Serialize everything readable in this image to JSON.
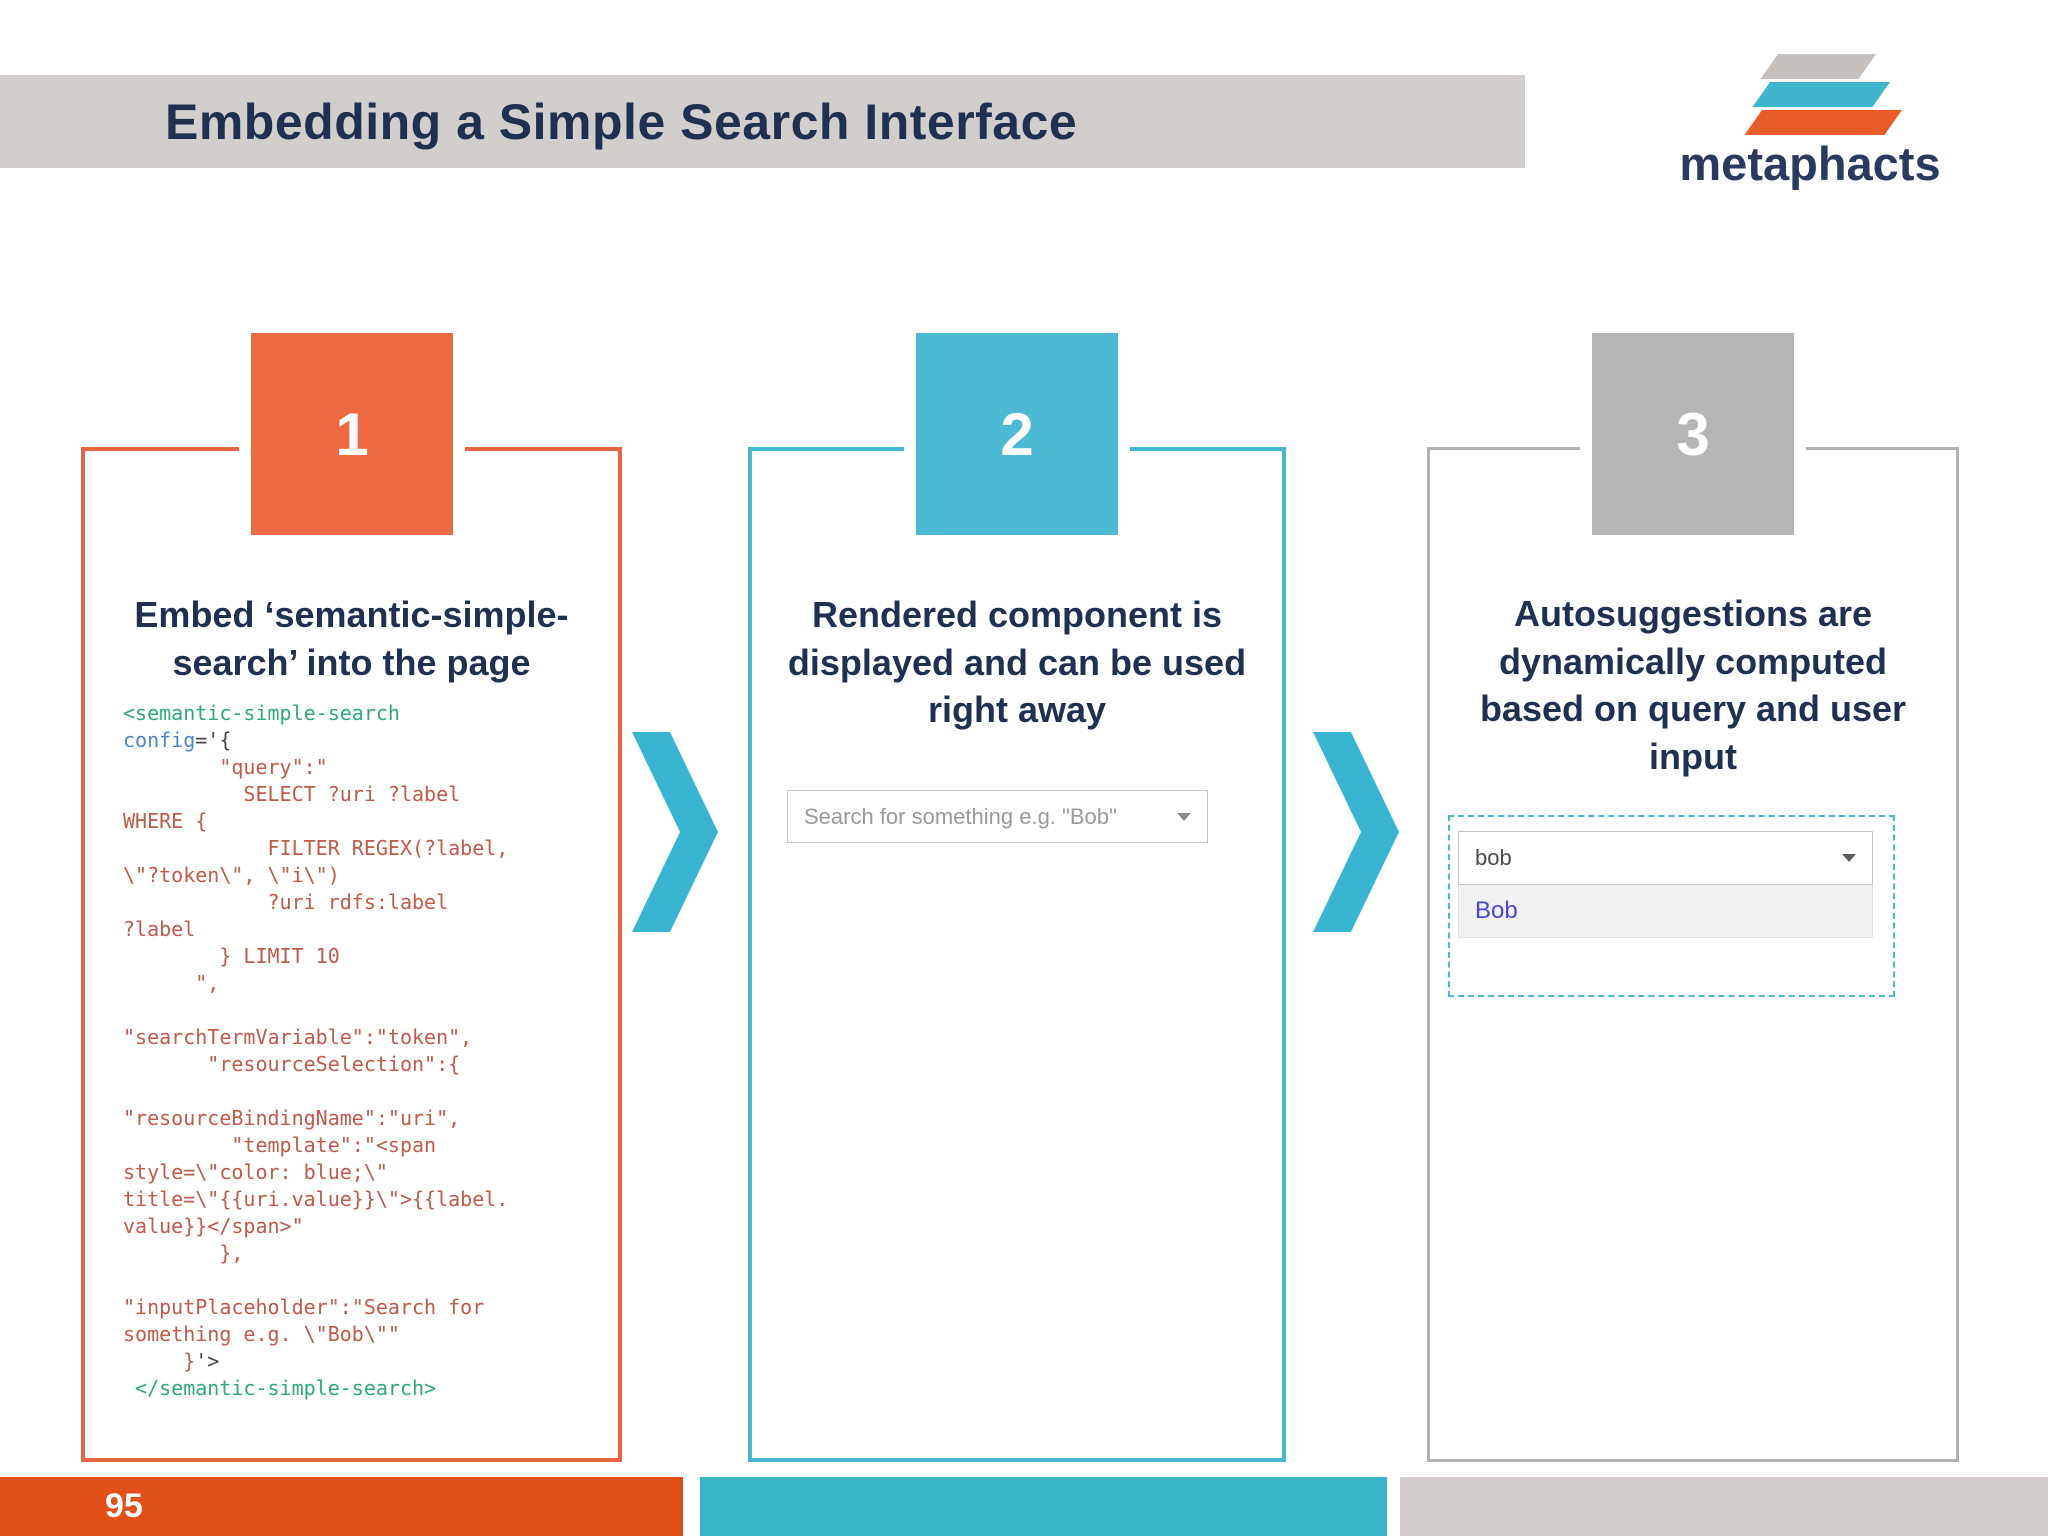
{
  "slide": {
    "title": "Embedding a Simple Search Interface",
    "page_number": "95",
    "logo_text": "metaphacts",
    "colors": {
      "navy": "#1f3050",
      "title_band": "#d2cecb",
      "step1_orange": "#ec6a41",
      "step2_teal": "#4cbad5",
      "step3_gray": "#b5b4b6",
      "footer_orange": "#e25019",
      "footer_teal": "#39b4c6",
      "footer_gray": "#d2cccb",
      "code_red": "#c05a49",
      "code_green": "#2ca97d",
      "code_blue": "#4a87c7",
      "suggestion_blue": "#4747e0"
    }
  },
  "steps": [
    {
      "number": "1",
      "heading": "Embed ‘semantic-simple-search’ into the page",
      "code_lines": [
        [
          {
            "t": "<semantic-simple-search",
            "c": "green"
          }
        ],
        [
          {
            "t": "config",
            "c": "blue"
          },
          {
            "t": "='{",
            "c": "dark"
          }
        ],
        [
          {
            "t": "        \"query\":\"",
            "c": "red"
          }
        ],
        [
          {
            "t": "          SELECT ?uri ?label",
            "c": "red"
          }
        ],
        [
          {
            "t": "WHERE {",
            "c": "red"
          }
        ],
        [
          {
            "t": "            FILTER REGEX(?label,",
            "c": "red"
          }
        ],
        [
          {
            "t": "\\\"?token\\\", \\\"i\\\")",
            "c": "red"
          }
        ],
        [
          {
            "t": "            ?uri rdfs:label",
            "c": "red"
          }
        ],
        [
          {
            "t": "?label",
            "c": "red"
          }
        ],
        [
          {
            "t": "        } LIMIT 10",
            "c": "red"
          }
        ],
        [
          {
            "t": "      \",",
            "c": "red"
          }
        ],
        [],
        [
          {
            "t": "\"searchTermVariable\":\"token\",",
            "c": "red"
          }
        ],
        [
          {
            "t": "       \"resourceSelection\":{",
            "c": "red"
          }
        ],
        [],
        [
          {
            "t": "\"resourceBindingName\":\"uri\",",
            "c": "red"
          }
        ],
        [
          {
            "t": "         \"template\":\"<span",
            "c": "red"
          }
        ],
        [
          {
            "t": "style=\\\"color: blue;\\\"",
            "c": "red"
          }
        ],
        [
          {
            "t": "title=\\\"{{uri.value}}\\\">{{label.",
            "c": "red"
          }
        ],
        [
          {
            "t": "value}}</span>\"",
            "c": "red"
          }
        ],
        [
          {
            "t": "        },",
            "c": "red"
          }
        ],
        [],
        [
          {
            "t": "\"inputPlaceholder\":\"Search for",
            "c": "red"
          }
        ],
        [
          {
            "t": "something e.g. \\\"Bob\\\"\"",
            "c": "red"
          }
        ],
        [
          {
            "t": "     }",
            "c": "red"
          },
          {
            "t": "'>",
            "c": "dark"
          }
        ],
        [
          {
            "t": " </semantic-simple-search>",
            "c": "green"
          }
        ]
      ]
    },
    {
      "number": "2",
      "heading": "Rendered component is displayed and can be used right away",
      "search_placeholder": "Search for something e.g. \"Bob\""
    },
    {
      "number": "3",
      "heading": "Autosuggestions are dynamically computed based on query and user input",
      "input_value": "bob",
      "suggestions": [
        "Bob"
      ]
    }
  ]
}
